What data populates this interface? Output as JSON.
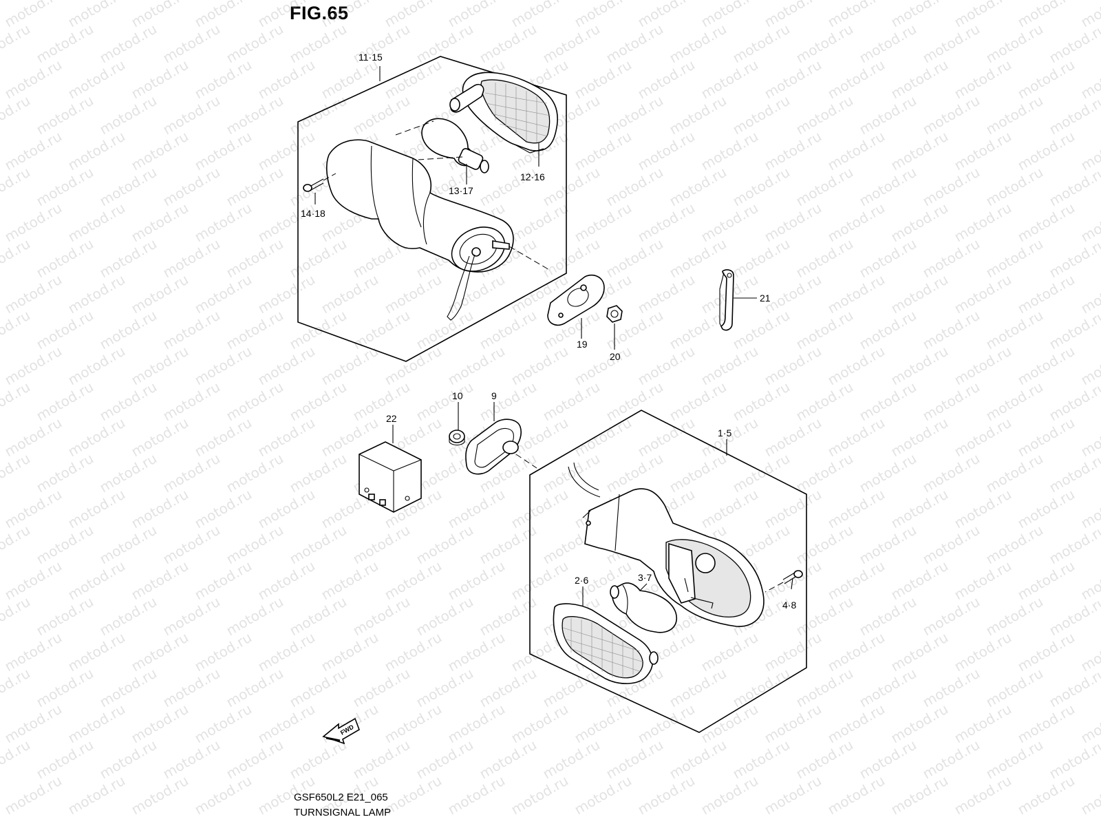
{
  "figure": {
    "title": "FIG.65",
    "code": "GSF650L2 E21_065",
    "name": "TURNSIGNAL LAMP"
  },
  "watermark": "motod.ru",
  "fwd_arrow": "FWD",
  "labels": {
    "front_assy": "11·15",
    "front_lens": "12·16",
    "front_bulb": "13·17",
    "front_screw": "14·18",
    "gasket_19": "19",
    "nut_20": "20",
    "bracket_21": "21",
    "relay_22": "22",
    "nut_10": "10",
    "gasket_9": "9",
    "rear_assy": "1·5",
    "rear_lens": "2·6",
    "rear_bulb": "3·7",
    "rear_screw": "4·8"
  }
}
